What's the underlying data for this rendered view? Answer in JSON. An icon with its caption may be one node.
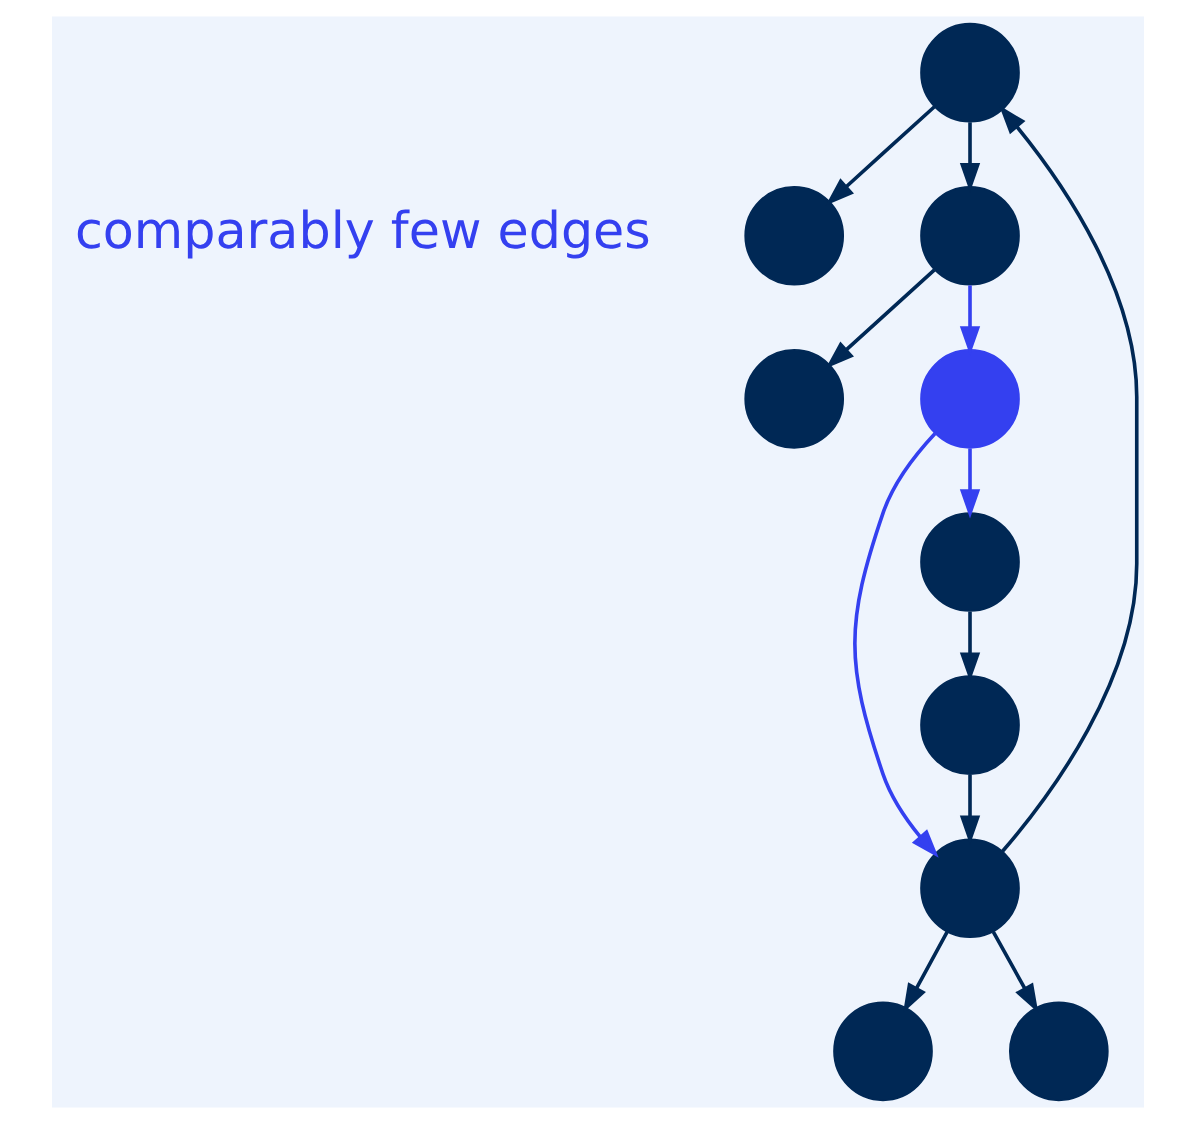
{
  "diagram": {
    "nodes": [
      {
        "text": [],
        "shape": "circle"
      },
      {
        "text": [],
        "shape": "circle"
      },
      {
        "text": [],
        "shape": "circle"
      },
      {
        "text": [],
        "shape": "circle"
      },
      {
        "text": [],
        "shape": "circle"
      },
      {
        "text": [],
        "shape": "circle"
      },
      {
        "text": [],
        "shape": "circle"
      },
      {
        "text": [],
        "shape": "circle"
      },
      {
        "text": [],
        "shape": "circle"
      },
      {
        "text": [],
        "shape": "circle"
      }
    ],
    "edges": [
      {
        "from": 2,
        "to": 0,
        "arrow": "to"
      },
      {
        "from": 2,
        "to": 1,
        "arrow": "to"
      },
      {
        "from": 1,
        "to": 4,
        "arrow": "to"
      },
      {
        "from": 1,
        "to": 5,
        "arrow": "to",
        "color": "#3440f0"
      },
      {
        "from": 5,
        "to": 6,
        "arrow": "to",
        "color": "#3440f0"
      },
      {
        "from": 5,
        "to": 8,
        "arrow": "to",
        "color": "#3440f0"
      },
      {
        "from": 6,
        "to": 2,
        "arrow": "to"
      },
      {
        "from": 6,
        "to": 3,
        "arrow": "to"
      },
      {
        "from": 6,
        "to": 7,
        "arrow": "to"
      },
      {
        "from": 8,
        "to": 9,
        "arrow": "to"
      },
      {
        "from": 9,
        "to": 6,
        "arrow": "to"
      }
    ],
    "labels": [
      "comparably few edges"
    ]
  }
}
